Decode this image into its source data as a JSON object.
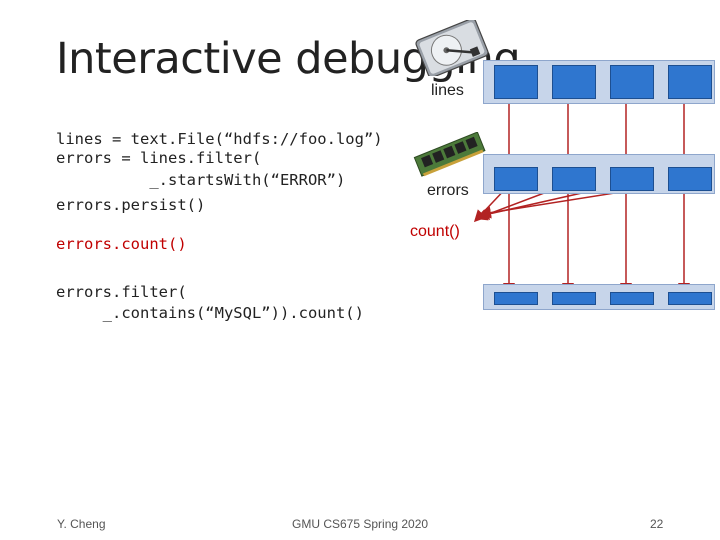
{
  "slide": {
    "title": "Interactive debugging",
    "code_lines": [
      "lines = text.File(“hdfs://foo.log”)",
      "errors = lines.filter(",
      "          _.startsWith(“ERROR”)",
      "errors.persist()"
    ],
    "code_count": "errors.count()",
    "code_filter": [
      "errors.filter(",
      "     _.contains(“MySQL”)).count()"
    ]
  },
  "diagram": {
    "label_lines": "lines",
    "label_errors": "errors",
    "label_count": "count()",
    "disk_icon": "hard-disk-icon",
    "memory_icon": "memory-module-icon",
    "block_color": "#2f76cf",
    "strip_color": "#c7d5ea",
    "arrow_color": "#b22222"
  },
  "footer": {
    "author": "Y. Cheng",
    "course": "GMU CS675 Spring 2020",
    "page": "22"
  }
}
